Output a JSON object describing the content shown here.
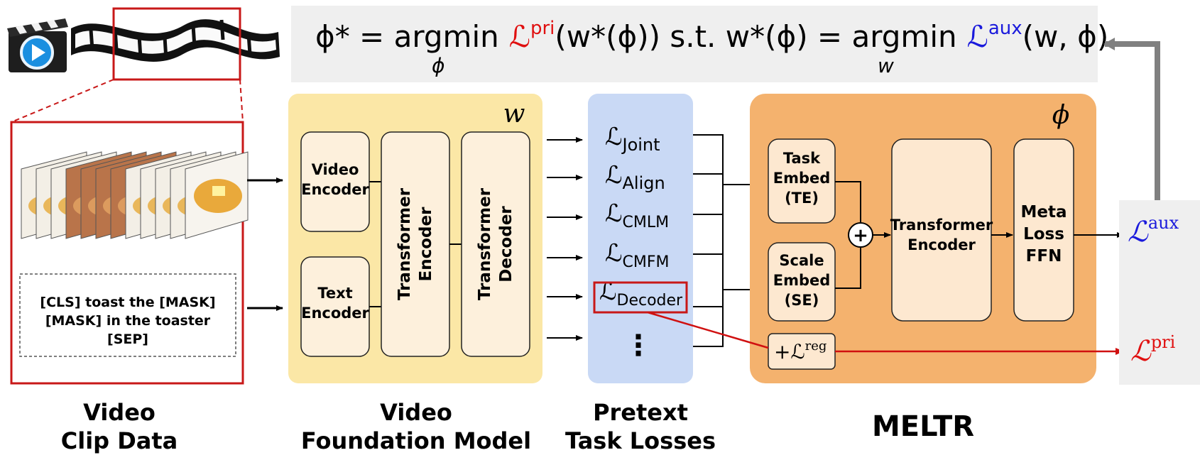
{
  "formula": {
    "phi_star": "ϕ* = argmin",
    "sub_phi": "ϕ",
    "L_pri_sym": "ℒ",
    "L_pri_sup": "pri",
    "mid": "(w*(ϕ))  s.t.  w*(ϕ) = argmin",
    "sub_w": "w",
    "L_aux_sym": "ℒ",
    "L_aux_sup": "aux",
    "tail": "(w, ϕ)"
  },
  "video_clip": {
    "text_line1": "[CLS] toast the [MASK]",
    "text_line2": "[MASK] in the toaster",
    "text_line3": "[SEP]",
    "caption_line1": "Video",
    "caption_line2": "Clip Data"
  },
  "foundation": {
    "param": "w",
    "video_encoder_1": "Video",
    "video_encoder_2": "Encoder",
    "text_encoder_1": "Text",
    "text_encoder_2": "Encoder",
    "transformer_encoder_1": "Transformer",
    "transformer_encoder_2": "Encoder",
    "transformer_decoder_1": "Transformer",
    "transformer_decoder_2": "Decoder",
    "caption_line1": "Video",
    "caption_line2": "Foundation Model"
  },
  "pretext": {
    "losses": [
      {
        "sym": "ℒ",
        "sub": "Joint"
      },
      {
        "sym": "ℒ",
        "sub": "Align"
      },
      {
        "sym": "ℒ",
        "sub": "CMLM"
      },
      {
        "sym": "ℒ",
        "sub": "CMFM"
      },
      {
        "sym": "ℒ",
        "sub": "Decoder"
      }
    ],
    "ellipsis": "⋮",
    "caption_line1": "Pretext",
    "caption_line2": "Task Losses"
  },
  "meltr": {
    "param": "ϕ",
    "task_embed_1": "Task",
    "task_embed_2": "Embed",
    "task_embed_3": "(TE)",
    "scale_embed_1": "Scale",
    "scale_embed_2": "Embed",
    "scale_embed_3": "(SE)",
    "plus": "+",
    "transformer_1": "Transformer",
    "transformer_2": "Encoder",
    "meta_1": "Meta",
    "meta_2": "Loss",
    "meta_3": "FFN",
    "reg_prefix": "+ℒ",
    "reg_sup": "reg",
    "caption": "MELTR"
  },
  "outputs": {
    "aux_sym": "ℒ",
    "aux_sup": "aux",
    "pri_sym": "ℒ",
    "pri_sup": "pri"
  },
  "colors": {
    "red": "#e01010",
    "blue": "#1a1adc",
    "yellow_panel": "#fbe7a6",
    "blue_panel": "#c9d9f5",
    "orange_panel": "#f4b26e",
    "box_fill": "#fde8d0",
    "gray_panel": "#efefef"
  }
}
